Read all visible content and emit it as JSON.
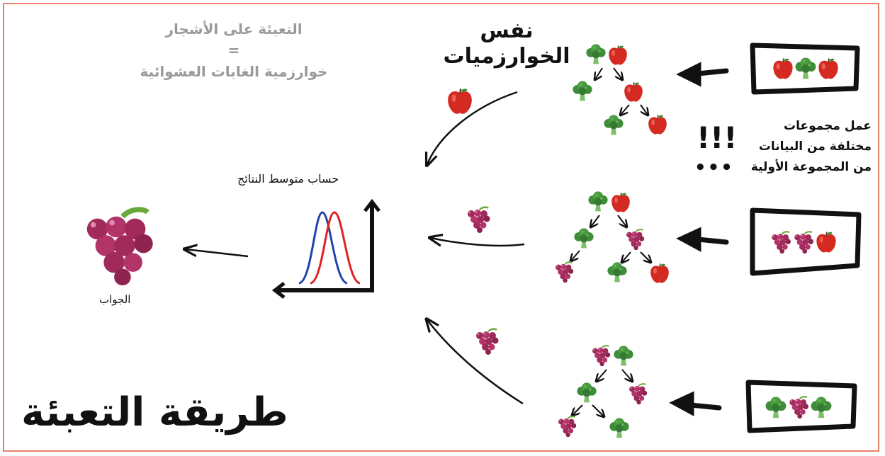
{
  "title": "طريقة التعبئة",
  "subtitle": {
    "line1": "التعبئة على الأشجار",
    "line2": "=",
    "line3": "خوارزمية الغابات العشوائية"
  },
  "algorithms_label": {
    "line1": "نفس",
    "line2": "الخوارزميات"
  },
  "subsets_note": {
    "line1": "عمل مجموعات",
    "line2": "مختلفة من البيانات",
    "line3": "من المجموعة الأولية"
  },
  "exclaim": "!!!",
  "ellipsis": "•••",
  "average_label": "حساب متوسط النتائج",
  "answer_label": "الجواب",
  "colors": {
    "frame": "#e8806a",
    "apple": "#d42a22",
    "broccoli": "#3f8c3a",
    "grapes": "#a02a5a",
    "curve_blue": "#2244aa",
    "curve_red": "#dd2222"
  },
  "samples": [
    {
      "items": [
        "apple",
        "broccoli",
        "apple"
      ],
      "tree": [
        "broccoli",
        "apple",
        "broccoli",
        "apple",
        "broccoli",
        "apple"
      ],
      "prediction": "apple"
    },
    {
      "items": [
        "grapes",
        "grapes",
        "apple"
      ],
      "tree": [
        "broccoli",
        "apple",
        "broccoli",
        "grapes",
        "grapes",
        "broccoli",
        "apple"
      ],
      "prediction": "grapes"
    },
    {
      "items": [
        "broccoli",
        "grapes",
        "broccoli"
      ],
      "tree": [
        "grapes",
        "broccoli",
        "broccoli",
        "grapes",
        "grapes",
        "broccoli"
      ],
      "prediction": "grapes"
    }
  ],
  "final_answer": "grapes"
}
